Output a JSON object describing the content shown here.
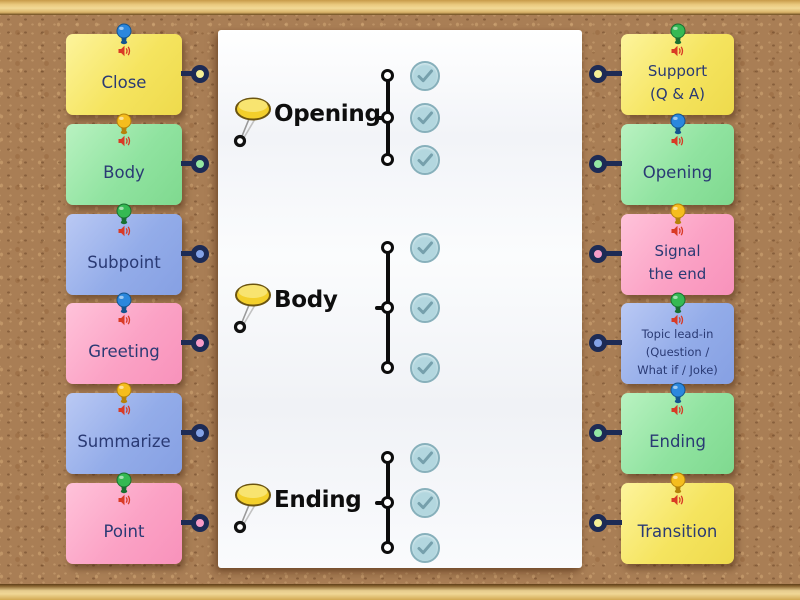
{
  "groups": [
    {
      "label": "Opening",
      "slot_count": 3
    },
    {
      "label": "Body",
      "slot_count": 3
    },
    {
      "label": "Ending",
      "slot_count": 3
    }
  ],
  "left_cards": [
    {
      "label": "Close",
      "lines": [
        "Close"
      ],
      "color": "yellow",
      "pin_color": "blue"
    },
    {
      "label": "Body",
      "lines": [
        "Body"
      ],
      "color": "green",
      "pin_color": "yellow"
    },
    {
      "label": "Subpoint",
      "lines": [
        "Subpoint"
      ],
      "color": "blue",
      "pin_color": "green"
    },
    {
      "label": "Greeting",
      "lines": [
        "Greeting"
      ],
      "color": "pink",
      "pin_color": "blue"
    },
    {
      "label": "Summarize",
      "lines": [
        "Summarize"
      ],
      "color": "blue",
      "pin_color": "yellow"
    },
    {
      "label": "Point",
      "lines": [
        "Point"
      ],
      "color": "pink",
      "pin_color": "green"
    }
  ],
  "right_cards": [
    {
      "label": "Support (Q & A)",
      "lines": [
        "Support",
        "(Q & A)"
      ],
      "color": "yellow",
      "pin_color": "green"
    },
    {
      "label": "Opening",
      "lines": [
        "Opening"
      ],
      "color": "green",
      "pin_color": "blue"
    },
    {
      "label": "Signal the end",
      "lines": [
        "Signal",
        "the end"
      ],
      "color": "pink",
      "pin_color": "yellow"
    },
    {
      "label": "Topic lead-in (Question / What if / Joke)",
      "lines": [
        "Topic lead-in",
        "(Question /",
        "What if / Joke)"
      ],
      "color": "blue",
      "pin_color": "green"
    },
    {
      "label": "Ending",
      "lines": [
        "Ending"
      ],
      "color": "green",
      "pin_color": "blue"
    },
    {
      "label": "Transition",
      "lines": [
        "Transition"
      ],
      "color": "yellow",
      "pin_color": "yellow"
    }
  ],
  "colors": {
    "cork": "#a97e55",
    "wood_frame": "#e9c87d",
    "panel": "#fafbfd",
    "connector_navy": "#1d2b55",
    "card_text": "#2a3a74",
    "group_label": "#0e0e0e",
    "speaker_red": "#d93a25",
    "check_circle_fill": "#b3d7df",
    "check_circle_border": "#87b0bb",
    "check_mark": "#76a0ac",
    "tack_head_yellow": "#f3cf2b",
    "palette": {
      "yellow": {
        "light": "#fdf49c",
        "base": "#f5e45f",
        "deep": "#eeda4c",
        "dot": "#f6f096"
      },
      "green": {
        "light": "#b9f2c1",
        "base": "#90e3a0",
        "deep": "#7fd98f",
        "dot": "#93e8a3"
      },
      "blue": {
        "light": "#bac9f4",
        "base": "#93ace9",
        "deep": "#86a0e3",
        "dot": "#84a3e8"
      },
      "pink": {
        "light": "#ffc3da",
        "base": "#fba2c5",
        "deep": "#f892bb",
        "dot": "#f89cc8"
      }
    },
    "pin_palette": {
      "blue": {
        "main": "#2b87dd",
        "dark": "#13548f"
      },
      "yellow": {
        "main": "#f5bd1e",
        "dark": "#b5820a"
      },
      "green": {
        "main": "#35b953",
        "dark": "#187031"
      }
    }
  }
}
